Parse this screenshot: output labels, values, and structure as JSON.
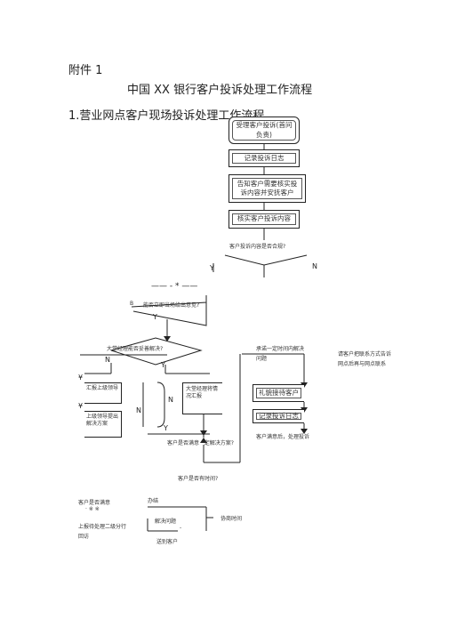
{
  "header": {
    "attachment": "附件 1",
    "title": "中国 XX 银行客户投诉处理工作流程",
    "section": "1.营业网点客户现场投诉处理工作流程"
  },
  "flow": {
    "start_box": "受理客户投诉(首问负责)",
    "step_log": "记录投诉日志",
    "step_inform": "告知客户需要核实投诉内容并安抚客户",
    "step_verify": "核实客户投诉内容",
    "q_reasonable": "客户投诉内容是否合规?",
    "yes_a": "Y",
    "no_a": "N",
    "star_mark": "—— - * ——",
    "q_resolvable": "能否立即当场给出意见?",
    "yes_b": "Y",
    "q_lobby": "大堂经理能否妥善解决?",
    "no_c": "N",
    "yes_c": "Y",
    "report_left": "汇报上级领导",
    "report_left_mark": "¥",
    "upper_solution": "上级领导提出解决方案",
    "lobby_report": "大堂经理将情况汇报",
    "no_d": "N",
    "yes_d": "Y",
    "commit_promise": "承诺一定时间内解决问题",
    "contact_note": "请客户把联系方式告诉网点后再与网点联系",
    "explain_client": "礼貌接待客户",
    "record_log": "记录投诉日志",
    "handle_result": "客户满意后，处理投诉",
    "q_satisfied": "客户是否满意 · 定解决方案?",
    "q_time": "客户是否有时间?",
    "left_satisfied": "客户是否满意",
    "left_dots": "· ※ ※",
    "left_follow": "上报待处理二级分行回访",
    "resolve_label": "办结",
    "resolve_box": "解决问题",
    "resolve_dash": "-",
    "return_client": "送别客户",
    "agreed_time": "协商时间"
  }
}
